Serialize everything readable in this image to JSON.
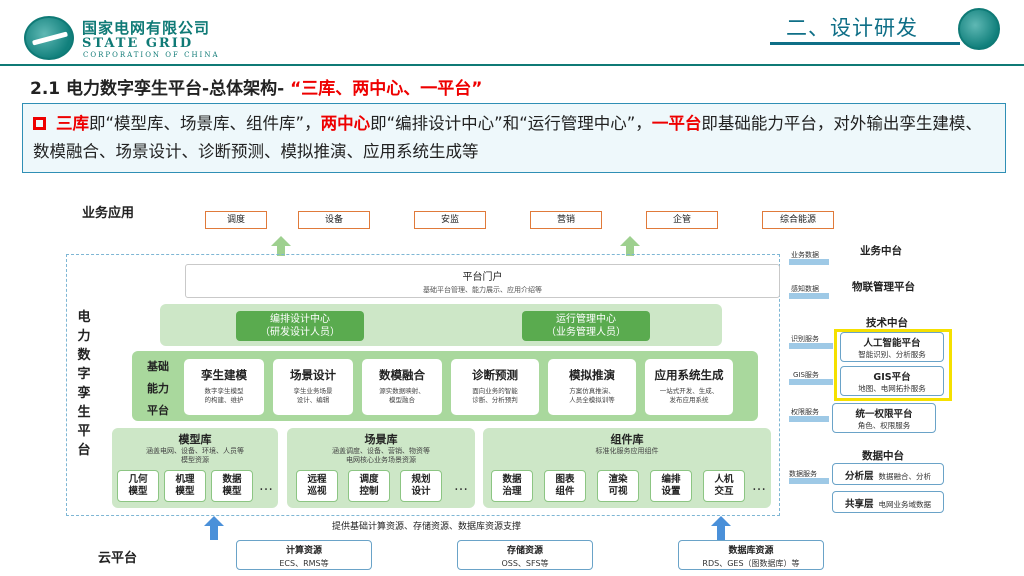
{
  "header": {
    "company_cn": "国家电网有限公司",
    "company_en": "STATE GRID",
    "company_sub": "CORPORATION OF CHINA",
    "section_title": "二、设计研发"
  },
  "heading": {
    "prefix": "2.1 电力数字孪生平台-总体架构-",
    "highlight": "“三库、两中心、一平台”"
  },
  "intro": {
    "r1": "三库",
    "t1": "即“模型库、场景库、组件库”，",
    "r2": "两中心",
    "t2": "即“编排设计中心”和“运行管理中心”，",
    "r3": "一平台",
    "t3": "即基础能力平台，对外输出孪生建模、数模融合、场景设计、诊断预测、模拟推演、应用系统生成等"
  },
  "diagram": {
    "biz_label": "业务应用",
    "apps": [
      "调度",
      "设备",
      "安监",
      "营销",
      "企管",
      "综合能源"
    ],
    "vertical": [
      "电",
      "力",
      "数",
      "字",
      "孪",
      "生",
      "平",
      "台"
    ],
    "portal": {
      "title": "平台门户",
      "sub": "基础平台管理、能力展示、应用介绍等"
    },
    "centers": [
      {
        "l1": "编排设计中心",
        "l2": "（研发设计人员）"
      },
      {
        "l1": "运行管理中心",
        "l2": "（业务管理人员）"
      }
    ],
    "base_label": [
      "基础",
      "能力",
      "平台"
    ],
    "capabilities": [
      {
        "t": "孪生建模",
        "s1": "数字孪生模型",
        "s2": "的构建、维护"
      },
      {
        "t": "场景设计",
        "s1": "孪生业务场景",
        "s2": "设计、编辑"
      },
      {
        "t": "数模融合",
        "s1": "源实数据映射、",
        "s2": "模型融合"
      },
      {
        "t": "诊断预测",
        "s1": "面向业务的智能",
        "s2": "诊断、分析预判"
      },
      {
        "t": "模拟推演",
        "s1": "方案仿真推演、",
        "s2": "人员全模拟训等"
      },
      {
        "t": "应用系统生成",
        "s1": "一站式开发、生成、",
        "s2": "发布应用系统"
      }
    ],
    "model_lib": {
      "t": "模型库",
      "s1": "涵盖电网、设备、环境、人员等",
      "s2": "模型资源",
      "items": [
        [
          "几何",
          "模型"
        ],
        [
          "机理",
          "模型"
        ],
        [
          "数据",
          "模型"
        ]
      ]
    },
    "scene_lib": {
      "t": "场景库",
      "s1": "涵盖调度、设备、营销、物资等",
      "s2": "电网核心业务场景资源",
      "items": [
        [
          "远程",
          "巡视"
        ],
        [
          "调度",
          "控制"
        ],
        [
          "规划",
          "设计"
        ]
      ]
    },
    "comp_lib": {
      "t": "组件库",
      "s1": "标准化服务应用组件",
      "items": [
        [
          "数据",
          "治理"
        ],
        [
          "图表",
          "组件"
        ],
        [
          "渲染",
          "可视"
        ],
        [
          "编排",
          "设置"
        ],
        [
          "人机",
          "交互"
        ]
      ]
    },
    "dots": "…",
    "base_support": "提供基础计算资源、存储资源、数据库资源支撑",
    "cloud_label": "云平台",
    "cloud": [
      {
        "t": "计算资源",
        "s": "ECS、RMS等"
      },
      {
        "t": "存储资源",
        "s": "OSS、SFS等"
      },
      {
        "t": "数据库资源",
        "s": "RDS、GES（图数据库）等"
      }
    ],
    "right": {
      "biz_mid": "业务中台",
      "biz_mid_arrow": "业务数据",
      "iot": "物联管理平台",
      "iot_arrow": "感知数据",
      "tech_mid": "技术中台",
      "ai": {
        "t": "人工智能平台",
        "s": "智能识别、分析服务",
        "arrow": "识别服务"
      },
      "gis": {
        "t": "GIS平台",
        "s": "地图、电网拓扑服务",
        "arrow": "GIS服务"
      },
      "auth": {
        "t": "统一权限平台",
        "s": "角色、权限服务",
        "arrow": "权限服务"
      },
      "data_mid": "数据中台",
      "analysis": {
        "t": "分析层",
        "s": "数据融合、分析",
        "arrow": "数据服务"
      },
      "share": {
        "t": "共享层",
        "s": "电网业务域数据"
      }
    }
  }
}
